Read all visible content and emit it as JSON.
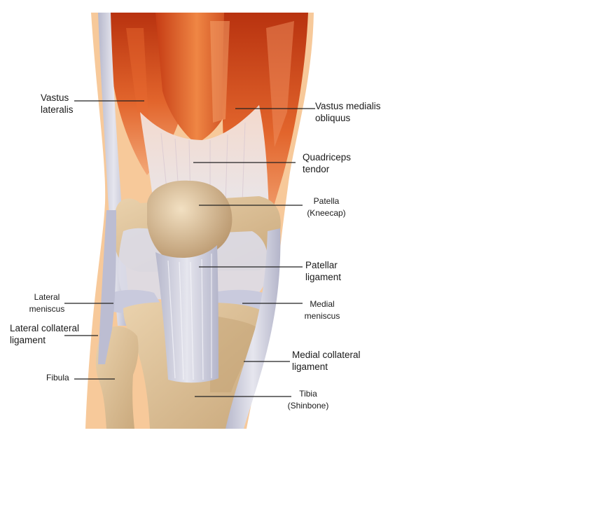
{
  "labels": {
    "vastus_lateralis": {
      "line1": "Vastus",
      "line2": "lateralis"
    },
    "vastus_medialis": {
      "line1": "Vastus medialis",
      "line2": "obliquus"
    },
    "quadriceps": {
      "line1": "Quadriceps",
      "line2": "tendor"
    },
    "patella": {
      "line1": "Patella",
      "line2": "(Kneecap)"
    },
    "patellar_ligament": {
      "line1": "Patellar",
      "line2": "ligament"
    },
    "lateral_meniscus": {
      "line1": "Lateral",
      "line2": "meniscus"
    },
    "medial_meniscus": {
      "line1": "Medial",
      "line2": "meniscus"
    },
    "lateral_collateral": {
      "line1": "Lateral collateral",
      "line2": "ligament"
    },
    "medial_collateral": {
      "line1": "Medial collateral",
      "line2": "ligament"
    },
    "fibula": {
      "line1": "Fibula"
    },
    "tibia": {
      "line1": "Tibia",
      "line2": "(Shinbone)"
    }
  },
  "colors": {
    "skin": "#f7c99a",
    "muscle_dark": "#c8401a",
    "muscle_light": "#ec7a3c",
    "tendon": "#ece6e6",
    "ligament": "#c7c8da",
    "bone": "#d6b88e",
    "bone_light": "#ecd4b0",
    "leader": "#222222"
  }
}
